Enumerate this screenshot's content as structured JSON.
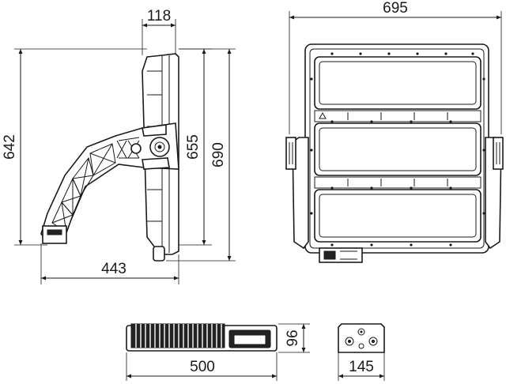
{
  "dimensions": {
    "side_depth": "118",
    "side_height_arm": "642",
    "side_height_body": "655",
    "side_height_total": "690",
    "side_arm_reach": "443",
    "front_width": "695",
    "driver_length": "500",
    "driver_height": "96",
    "driver_width": "145"
  }
}
